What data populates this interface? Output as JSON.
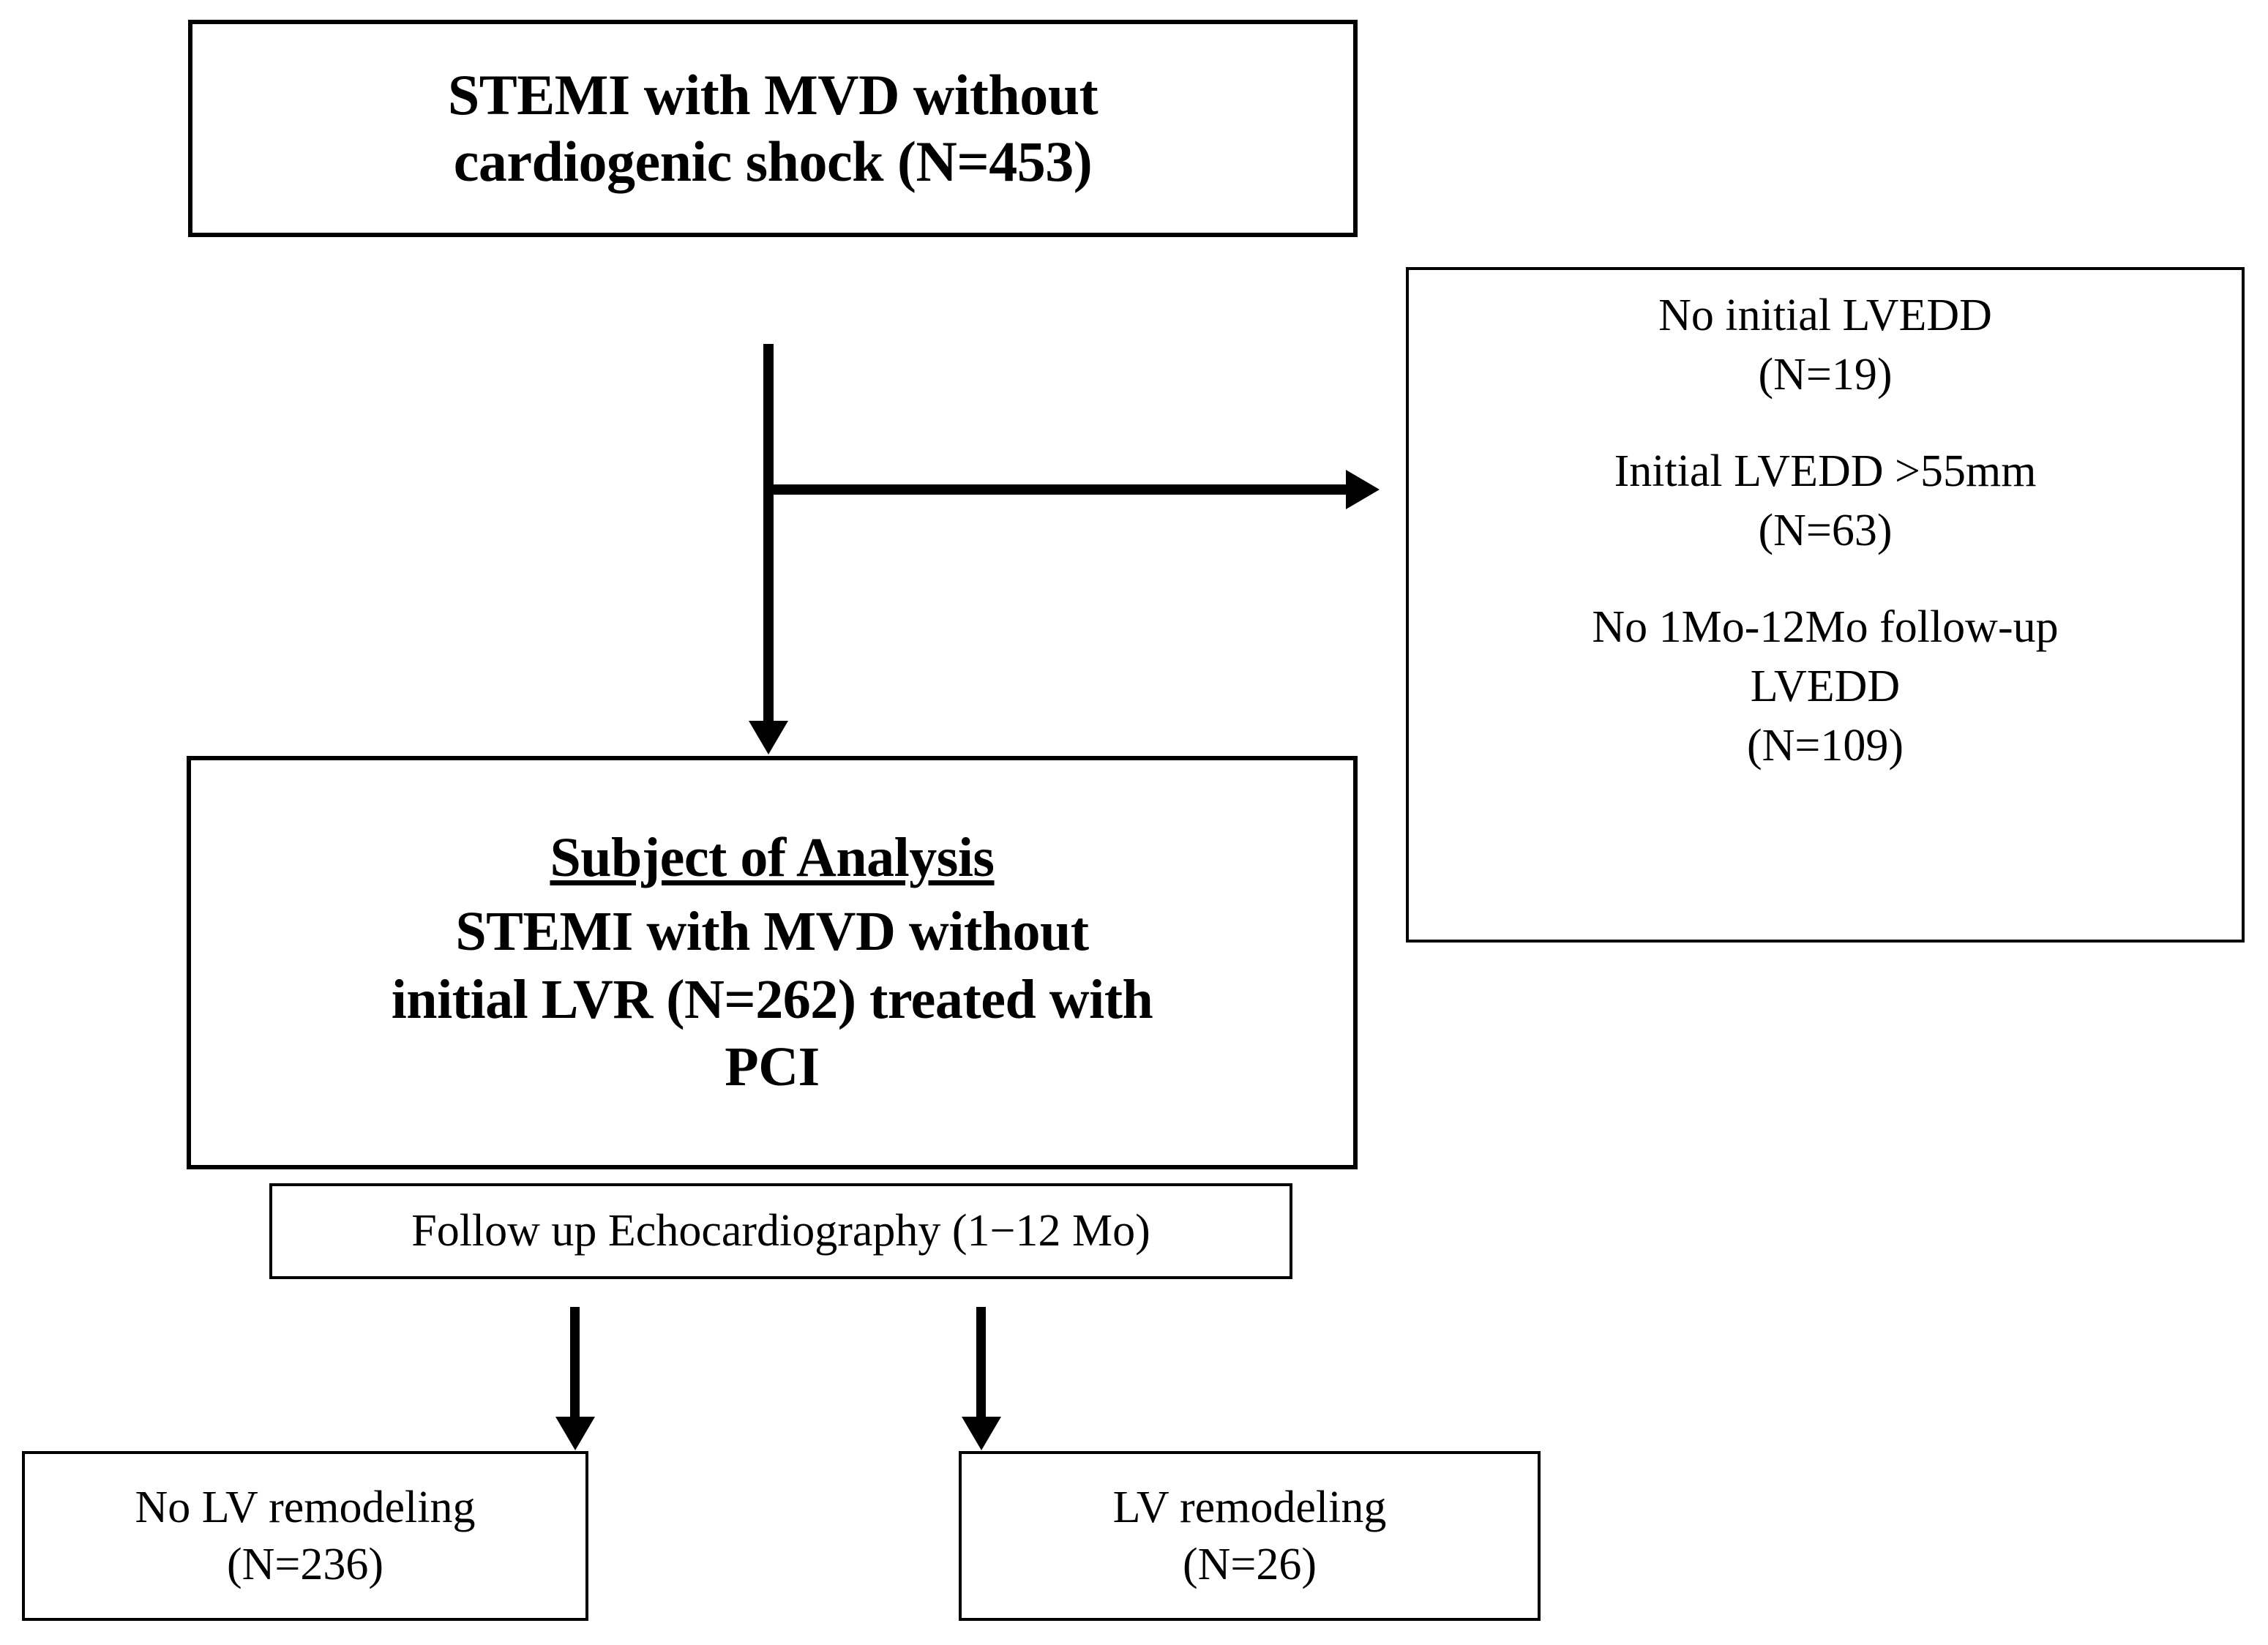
{
  "diagram": {
    "type": "study-flow-chart",
    "boxes": {
      "top": {
        "lines": [
          "STEMI with MVD without",
          "cardiogenic shock (N=453)"
        ]
      },
      "exclusions": {
        "groups": [
          {
            "lines": [
              "No initial LVEDD",
              "(N=19)"
            ]
          },
          {
            "lines": [
              "Initial LVEDD >55mm",
              "(N=63)"
            ]
          },
          {
            "lines": [
              "No 1Mo-12Mo follow-up",
              "LVEDD",
              "(N=109)"
            ]
          }
        ]
      },
      "subject": {
        "title": "Subject of Analysis",
        "lines": [
          "STEMI with MVD without",
          "initial LVR (N=262) treated with",
          "PCI"
        ]
      },
      "followup": {
        "label": "Follow up Echocardiography (1−12 Mo)"
      },
      "no_remodeling": {
        "lines": [
          "No LV remodeling",
          "(N=236)"
        ]
      },
      "remodeling": {
        "lines": [
          "LV remodeling",
          "(N=26)"
        ]
      }
    },
    "colors": {
      "stroke": "#000000",
      "background": "#ffffff",
      "text": "#000000"
    }
  }
}
